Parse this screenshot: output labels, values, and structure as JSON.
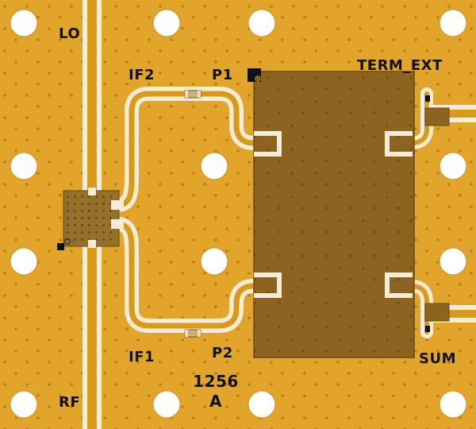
{
  "board": {
    "labels": {
      "lo": "LO",
      "rf": "RF",
      "if1": "IF1",
      "if2": "IF2",
      "p1": "P1",
      "p2": "P2",
      "term_ext": "TERM_EXT",
      "sum": "SUM",
      "part_number": "1256",
      "revision": "A"
    },
    "colors": {
      "soldermask_gold": "#e0a52a",
      "trace_white": "#f4ecd6",
      "trace_copper": "#d99a1c",
      "via_dot": "#c07e12",
      "module_brown": "#8c6420",
      "mixer_chip": "#95702a",
      "silkscreen": "#111111",
      "hole_white": "#ffffff"
    }
  }
}
